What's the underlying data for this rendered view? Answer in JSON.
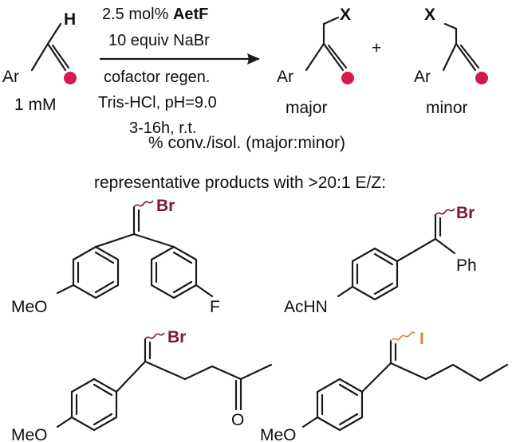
{
  "scheme": {
    "reactant": {
      "ar": "Ar",
      "h": "H",
      "conc": "1 mM"
    },
    "conditions": {
      "line1_prefix": "2.5 mol% ",
      "line1_enzyme": "AetF",
      "line2": "10 equiv NaBr",
      "line3": "cofactor regen.",
      "line4": "Tris-HCl, pH=9.0",
      "line5": "3-16h, r.t."
    },
    "plus": "+",
    "major": {
      "ar": "Ar",
      "x": "X",
      "label": "major"
    },
    "minor": {
      "ar": "Ar",
      "x": "X",
      "label": "minor"
    },
    "yield_note": "% conv./isol. (major:minor)"
  },
  "subtitle": "representative products with >20:1 E/Z:",
  "products": [
    {
      "halogen": "Br",
      "left": "MeO",
      "right": "F"
    },
    {
      "halogen": "Br",
      "left": "AcHN",
      "right": "Ph"
    },
    {
      "halogen": "Br",
      "left": "MeO",
      "right": "O"
    },
    {
      "halogen": "I",
      "left": "MeO"
    }
  ],
  "colors": {
    "bromine": "#7a1736",
    "iodine": "#c9893b",
    "dot": "#d6194d",
    "ink": "#111111"
  }
}
